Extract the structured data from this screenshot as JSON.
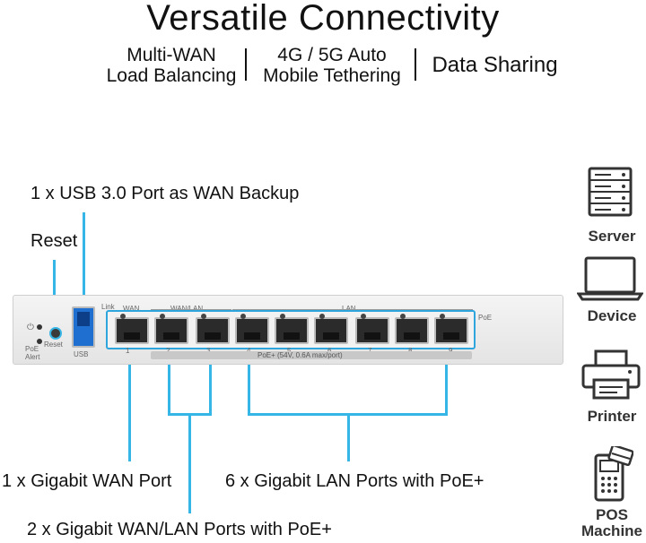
{
  "header": {
    "title": "Versatile Connectivity",
    "features": [
      {
        "line1": "Multi-WAN",
        "line2": "Load Balancing"
      },
      {
        "line1": "4G / 5G Auto",
        "line2": "Mobile Tethering"
      },
      {
        "line1": "Data Sharing",
        "line2": ""
      }
    ]
  },
  "callouts": {
    "usb": "1 x USB 3.0 Port as WAN Backup",
    "reset": "Reset",
    "wan": "1 x Gigabit WAN Port",
    "lan": "6 x Gigabit LAN Ports with PoE+",
    "wanlan": "2 x Gigabit WAN/LAN Ports with PoE+"
  },
  "panel": {
    "power": "⏻",
    "poe_alert": "PoE\nAlert",
    "reset": "Reset",
    "usb": "USB",
    "link": "Link",
    "wan": "WAN",
    "wanlan": "WAN/LAN",
    "lan": "LAN",
    "poe": "PoE",
    "port_numbers": [
      "1",
      "2",
      "3",
      "4",
      "5",
      "6",
      "7",
      "8",
      "9"
    ],
    "poe_text": "PoE+ (54V, 0.6A max/port)"
  },
  "devices": [
    {
      "label": "Server",
      "icon": "server-icon"
    },
    {
      "label": "Device",
      "icon": "laptop-icon"
    },
    {
      "label": "Printer",
      "icon": "printer-icon"
    },
    {
      "label": "POS Machine",
      "icon": "pos-machine-icon"
    }
  ],
  "colors": {
    "accent": "#35b6e6",
    "text": "#111111",
    "icon": "#333333"
  }
}
